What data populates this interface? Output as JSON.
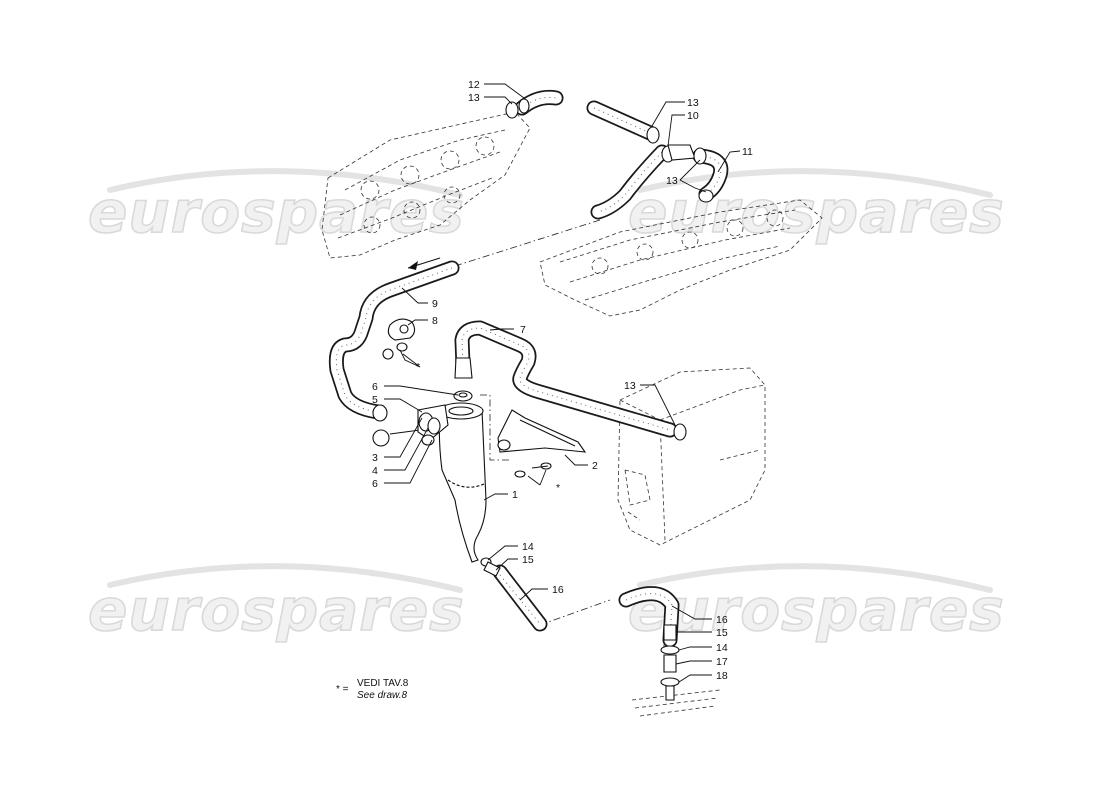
{
  "watermark": {
    "text": "eurospares"
  },
  "parts": [
    {
      "key": "p12a",
      "number": "12"
    },
    {
      "key": "p13a",
      "number": "13"
    },
    {
      "key": "p13b",
      "number": "13"
    },
    {
      "key": "p10",
      "number": "10"
    },
    {
      "key": "p11",
      "number": "11"
    },
    {
      "key": "p13c",
      "number": "13"
    },
    {
      "key": "p9",
      "number": "9"
    },
    {
      "key": "p8",
      "number": "8"
    },
    {
      "key": "p7",
      "number": "7"
    },
    {
      "key": "pstar1",
      "number": "*"
    },
    {
      "key": "p6a",
      "number": "6"
    },
    {
      "key": "p5",
      "number": "5"
    },
    {
      "key": "p13d",
      "number": "13"
    },
    {
      "key": "p3",
      "number": "3"
    },
    {
      "key": "p4",
      "number": "4"
    },
    {
      "key": "p6b",
      "number": "6"
    },
    {
      "key": "p2",
      "number": "2"
    },
    {
      "key": "pstar2",
      "number": "*"
    },
    {
      "key": "p1",
      "number": "1"
    },
    {
      "key": "p14a",
      "number": "14"
    },
    {
      "key": "p15a",
      "number": "15"
    },
    {
      "key": "p16a",
      "number": "16"
    },
    {
      "key": "p16b",
      "number": "16"
    },
    {
      "key": "p15b",
      "number": "15"
    },
    {
      "key": "p14b",
      "number": "14"
    },
    {
      "key": "p17",
      "number": "17"
    },
    {
      "key": "p18",
      "number": "18"
    }
  ],
  "note": {
    "symbol": "* =",
    "line1": "VEDI TAV.8",
    "line2": "See draw.8"
  }
}
